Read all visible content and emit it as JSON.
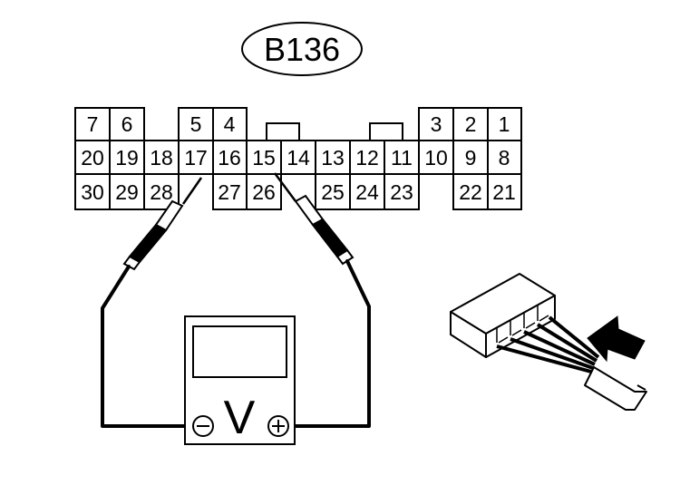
{
  "connector": {
    "id": "B136",
    "pins": {
      "p1": "1",
      "p2": "2",
      "p3": "3",
      "p4": "4",
      "p5": "5",
      "p6": "6",
      "p7": "7",
      "p8": "8",
      "p9": "9",
      "p10": "10",
      "p11": "11",
      "p12": "12",
      "p13": "13",
      "p14": "14",
      "p15": "15",
      "p16": "16",
      "p17": "17",
      "p18": "18",
      "p19": "19",
      "p20": "20",
      "p21": "21",
      "p22": "22",
      "p23": "23",
      "p24": "24",
      "p25": "25",
      "p26": "26",
      "p27": "27",
      "p28": "28",
      "p29": "29",
      "p30": "30"
    }
  },
  "meter": {
    "unit": "V",
    "negative": "⊖",
    "positive": "⊕"
  },
  "colors": {
    "line": "#000000",
    "background": "#ffffff"
  },
  "icons": {
    "probe": "test-probe-icon",
    "plug": "harness-plug-icon",
    "arrow": "insertion-arrow-icon"
  }
}
